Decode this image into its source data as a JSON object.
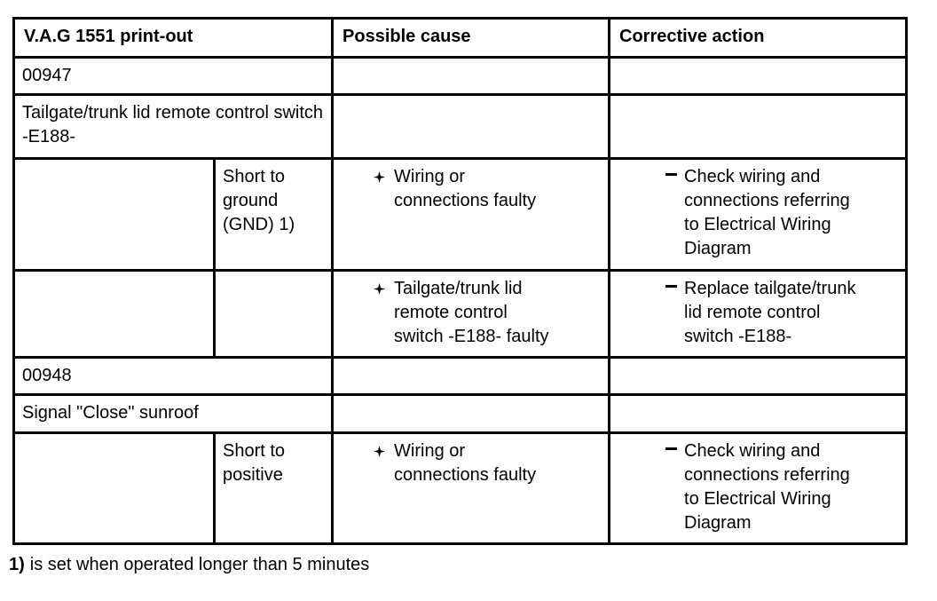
{
  "page": {
    "background_color": "#ffffff",
    "text_color": "#000000",
    "border_color": "#000000"
  },
  "table": {
    "header": {
      "printout": "V.A.G 1551 print-out",
      "cause": "Possible cause",
      "action": "Corrective action"
    },
    "faults": [
      {
        "code": "00947",
        "description": "Tailgate/trunk lid remote control switch -E188-",
        "entries": [
          {
            "condition": "Short to ground (GND) 1)",
            "cause": "Wiring or connections faulty",
            "action": "Check wiring and connections referring to Electrical Wiring Diagram"
          },
          {
            "condition": "",
            "cause": "Tailgate/trunk lid remote control switch -E188- faulty",
            "action": "Replace tailgate/trunk lid remote control switch -E188-"
          }
        ]
      },
      {
        "code": "00948",
        "description": "Signal \"Close\" sunroof",
        "entries": [
          {
            "condition": "Short to positive",
            "cause": "Wiring or connections faulty",
            "action": "Check wiring and connections referring to Electrical Wiring Diagram"
          }
        ]
      }
    ]
  },
  "icons": {
    "cause_bullet_icon": "four-pointed-star",
    "action_bullet_icon": "raised-dash"
  },
  "footnote": {
    "marker": "1)",
    "text": "is set when operated longer than 5 minutes"
  }
}
